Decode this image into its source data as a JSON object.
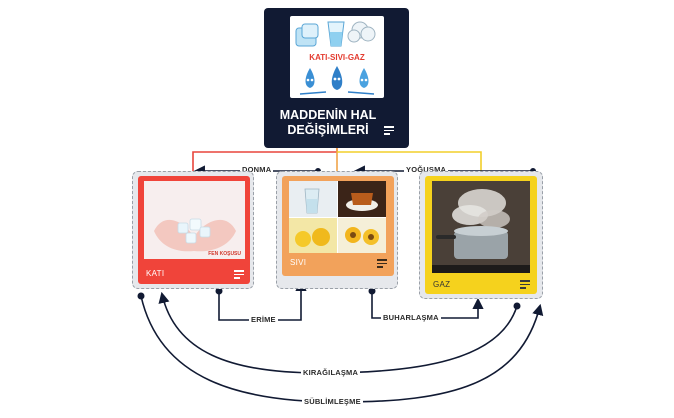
{
  "colors": {
    "navy": "#111a33",
    "kati": "#f0443a",
    "sivi": "#f2a25b",
    "gaz": "#f5d21d",
    "line_red": "#e8453c",
    "line_orange": "#f0a44a",
    "line_yellow": "#f2cf2a"
  },
  "top": {
    "title_line1": "MADDENİN HAL",
    "title_line2": "DEĞİŞİMLERİ",
    "image_caption": "KATI-SIVI-GAZ"
  },
  "cards": {
    "kati": {
      "label": "KATI",
      "watermark": "FEN KOŞUSU"
    },
    "sivi": {
      "label": "SIVI"
    },
    "gaz": {
      "label": "GAZ"
    }
  },
  "edges": {
    "donma": "DONMA",
    "yogusma": "YOĞUŞMA",
    "erime": "ERİME",
    "buharlasma": "BUHARLAŞMA",
    "kiragilasma": "KIRAĞILAŞMA",
    "sublimlesme": "SÜBLİMLEŞME"
  },
  "icons": [
    "menu-icon",
    "arrow-icon",
    "dot-icon"
  ]
}
